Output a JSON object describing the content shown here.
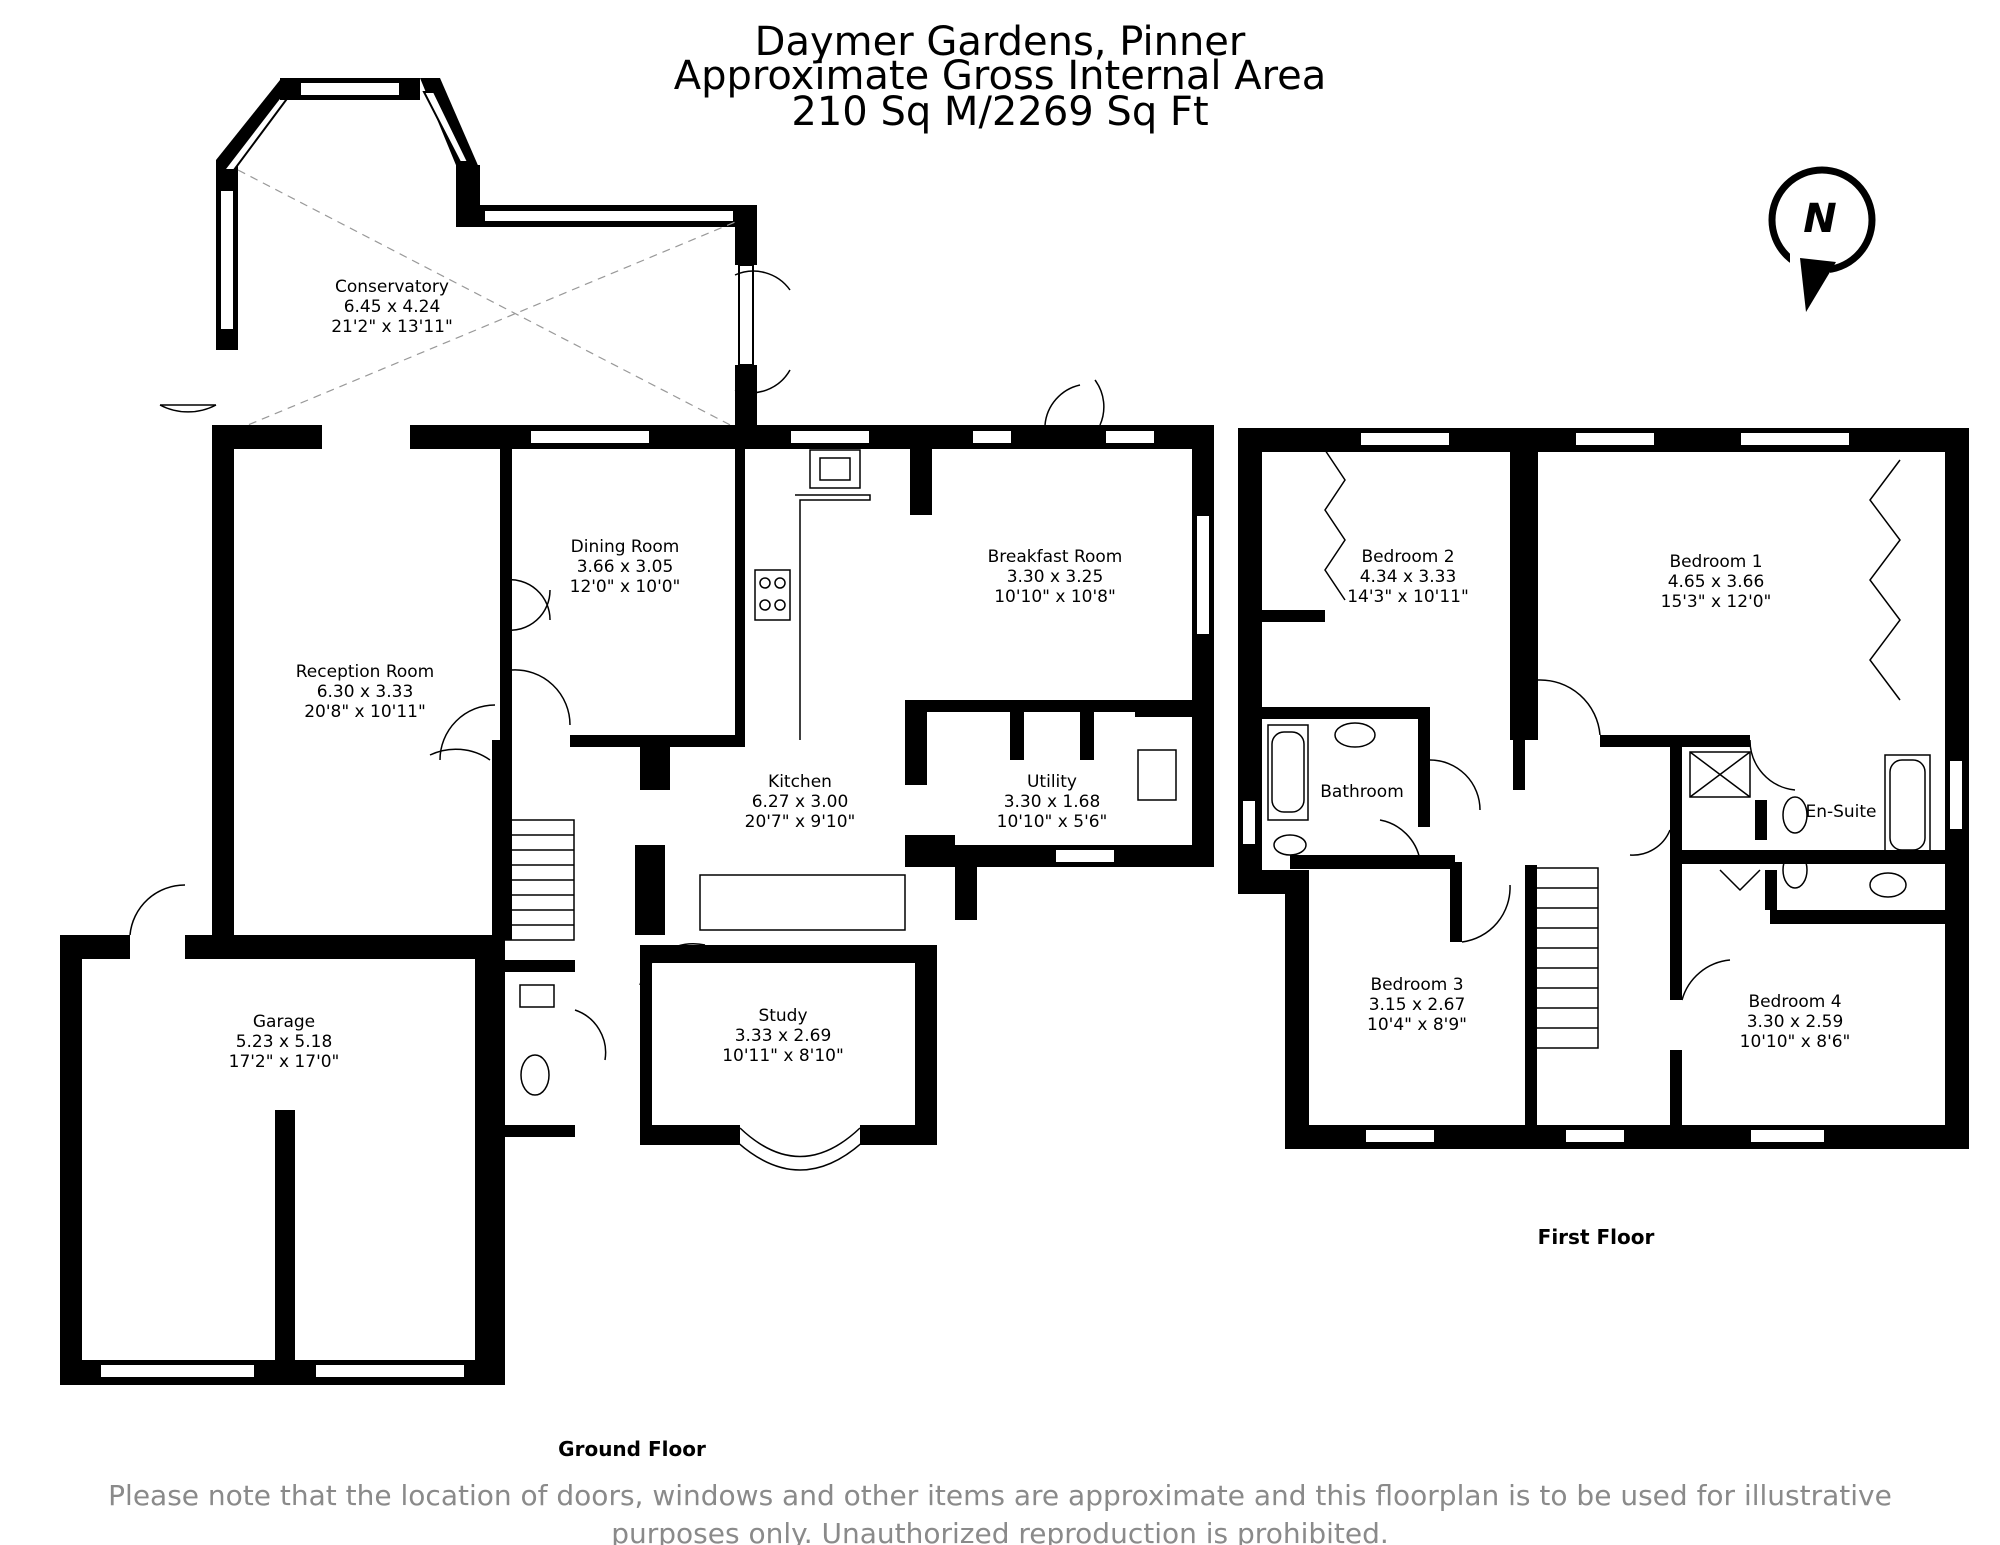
{
  "title": {
    "line1": "Daymer Gardens, Pinner",
    "line2": "Approximate Gross Internal Area",
    "line3": "210 Sq M/2269 Sq Ft"
  },
  "compass": {
    "letter": "N"
  },
  "ground_floor": {
    "label": "Ground Floor",
    "rooms": {
      "conservatory": {
        "name": "Conservatory",
        "metric": "6.45 x 4.24",
        "imperial": "21'2\" x 13'11\""
      },
      "reception": {
        "name": "Reception Room",
        "metric": "6.30 x 3.33",
        "imperial": "20'8\" x 10'11\""
      },
      "dining": {
        "name": "Dining Room",
        "metric": "3.66 x 3.05",
        "imperial": "12'0\" x 10'0\""
      },
      "breakfast": {
        "name": "Breakfast Room",
        "metric": "3.30 x 3.25",
        "imperial": "10'10\" x 10'8\""
      },
      "kitchen": {
        "name": "Kitchen",
        "metric": "6.27 x 3.00",
        "imperial": "20'7\" x 9'10\""
      },
      "utility": {
        "name": "Utility",
        "metric": "3.30 x 1.68",
        "imperial": "10'10\" x 5'6\""
      },
      "garage": {
        "name": "Garage",
        "metric": "5.23 x 5.18",
        "imperial": "17'2\" x 17'0\""
      },
      "study": {
        "name": "Study",
        "metric": "3.33 x 2.69",
        "imperial": "10'11\" x 8'10\""
      }
    }
  },
  "first_floor": {
    "label": "First Floor",
    "rooms": {
      "bedroom2": {
        "name": "Bedroom 2",
        "metric": "4.34 x 3.33",
        "imperial": "14'3\" x 10'11\""
      },
      "bedroom1": {
        "name": "Bedroom 1",
        "metric": "4.65 x 3.66",
        "imperial": "15'3\" x 12'0\""
      },
      "bathroom": {
        "name": "Bathroom"
      },
      "ensuite": {
        "name": "En-Suite"
      },
      "bedroom3": {
        "name": "Bedroom 3",
        "metric": "3.15 x 2.67",
        "imperial": "10'4\" x 8'9\""
      },
      "bedroom4": {
        "name": "Bedroom 4",
        "metric": "3.30 x 2.59",
        "imperial": "10'10\" x 8'6\""
      }
    }
  },
  "disclaimer": {
    "line1": "Please note that the location of doors, windows and other items are approximate and this floorplan is to be used for illustrative",
    "line2": "purposes only. Unauthorized reproduction is prohibited."
  }
}
